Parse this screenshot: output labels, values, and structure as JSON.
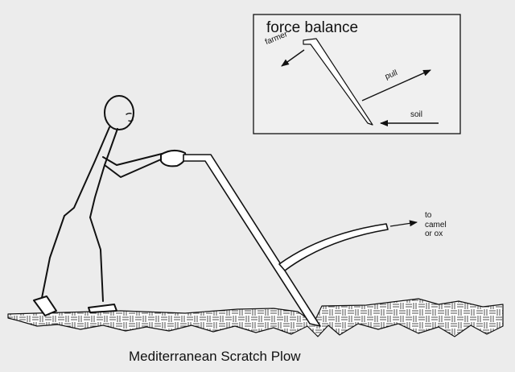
{
  "inset": {
    "title": "force balance",
    "labels": {
      "farmer": "farmer",
      "pull": "pull",
      "soil": "soil"
    }
  },
  "destination_label": [
    "to",
    "camel",
    "or ox"
  ],
  "caption": "Mediterranean Scratch Plow"
}
